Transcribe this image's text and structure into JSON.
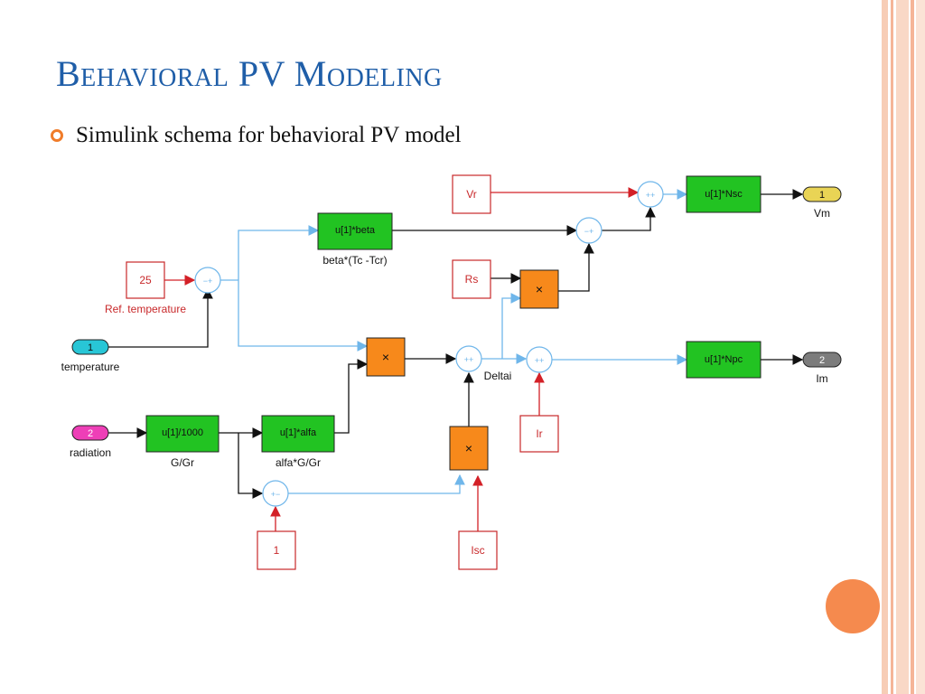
{
  "slide": {
    "title": "Behavioral PV Modeling",
    "bullet": "Simulink schema for behavioral PV model"
  },
  "diagram": {
    "inports": {
      "temperature": {
        "num": "1",
        "label": "temperature"
      },
      "radiation": {
        "num": "2",
        "label": "radiation"
      }
    },
    "outports": {
      "vm": {
        "num": "1",
        "label": "Vm"
      },
      "im": {
        "num": "2",
        "label": "Im"
      }
    },
    "constants": {
      "ref_temp": {
        "value": "25",
        "label": "Ref. temperature"
      },
      "one": {
        "value": "1"
      },
      "vr": {
        "value": "Vr"
      },
      "rs": {
        "value": "Rs"
      },
      "ir": {
        "value": "Ir"
      },
      "isc": {
        "value": "Isc"
      }
    },
    "gains": {
      "beta": {
        "expr": "u[1]*beta",
        "label": "beta*(Tc -Tcr)"
      },
      "g_gr": {
        "expr": "u[1]/1000",
        "label": "G/Gr"
      },
      "alfa": {
        "expr": "u[1]*alfa",
        "label": "alfa*G/Gr"
      },
      "nsc": {
        "expr": "u[1]*Nsc"
      },
      "npc": {
        "expr": "u[1]*Npc"
      }
    },
    "products": {
      "symbol": "×"
    },
    "sum_labels": {
      "delta_i": "Deltai"
    },
    "colors": {
      "gain_fill": "#22c322",
      "product_fill": "#f7891b",
      "const_stroke": "#c8282a",
      "signal_blue": "#6fb6ea",
      "signal_red": "#d32027",
      "inport_temp": "#28c6d6",
      "inport_rad": "#ee3fb7",
      "outport_vm": "#e9d455",
      "outport_im": "#7c7c7c"
    }
  }
}
